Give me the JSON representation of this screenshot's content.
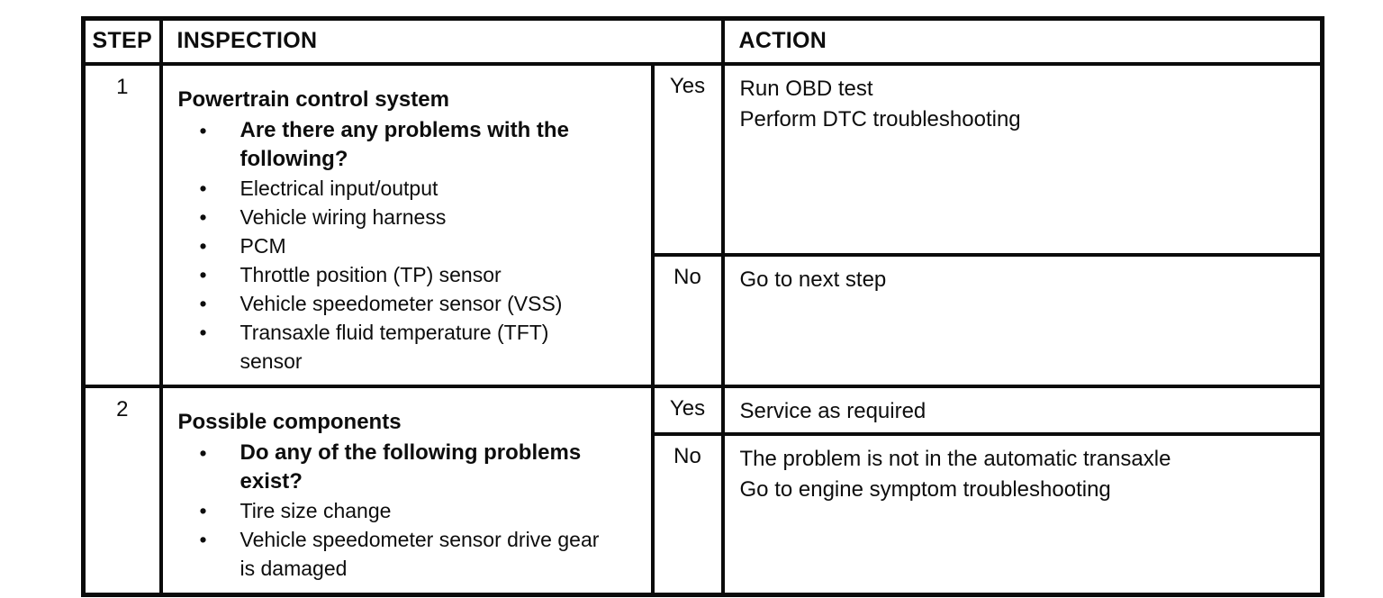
{
  "header": {
    "step": "STEP",
    "inspection": "INSPECTION",
    "action": "ACTION"
  },
  "rows": [
    {
      "step": "1",
      "title": "Powertrain control system",
      "bullets": [
        {
          "text": "Are there any problems with the following?",
          "bold": true
        },
        {
          "text": "Electrical input/output"
        },
        {
          "text": "Vehicle wiring harness"
        },
        {
          "text": "PCM"
        },
        {
          "text": "Throttle position (TP) sensor"
        },
        {
          "text": "Vehicle speedometer sensor (VSS)"
        },
        {
          "text": "Transaxle fluid temperature (TFT) sensor"
        }
      ],
      "yes_label": "Yes",
      "yes_action": [
        "Run OBD test",
        "Perform DTC troubleshooting"
      ],
      "no_label": "No",
      "no_action": [
        "Go to next step"
      ]
    },
    {
      "step": "2",
      "title": "Possible components",
      "bullets": [
        {
          "text": "Do any of the following problems exist?",
          "bold": true
        },
        {
          "text": "Tire size change"
        },
        {
          "text": "Vehicle speedometer sensor drive gear is damaged"
        }
      ],
      "yes_label": "Yes",
      "yes_action": [
        "Service as required"
      ],
      "no_label": "No",
      "no_action": [
        "The problem is not in the automatic transaxle",
        "Go to engine symptom troubleshooting"
      ]
    }
  ],
  "colors": {
    "border": "#0b0b0b",
    "background": "#ffffff",
    "text": "#0d0d0d"
  }
}
